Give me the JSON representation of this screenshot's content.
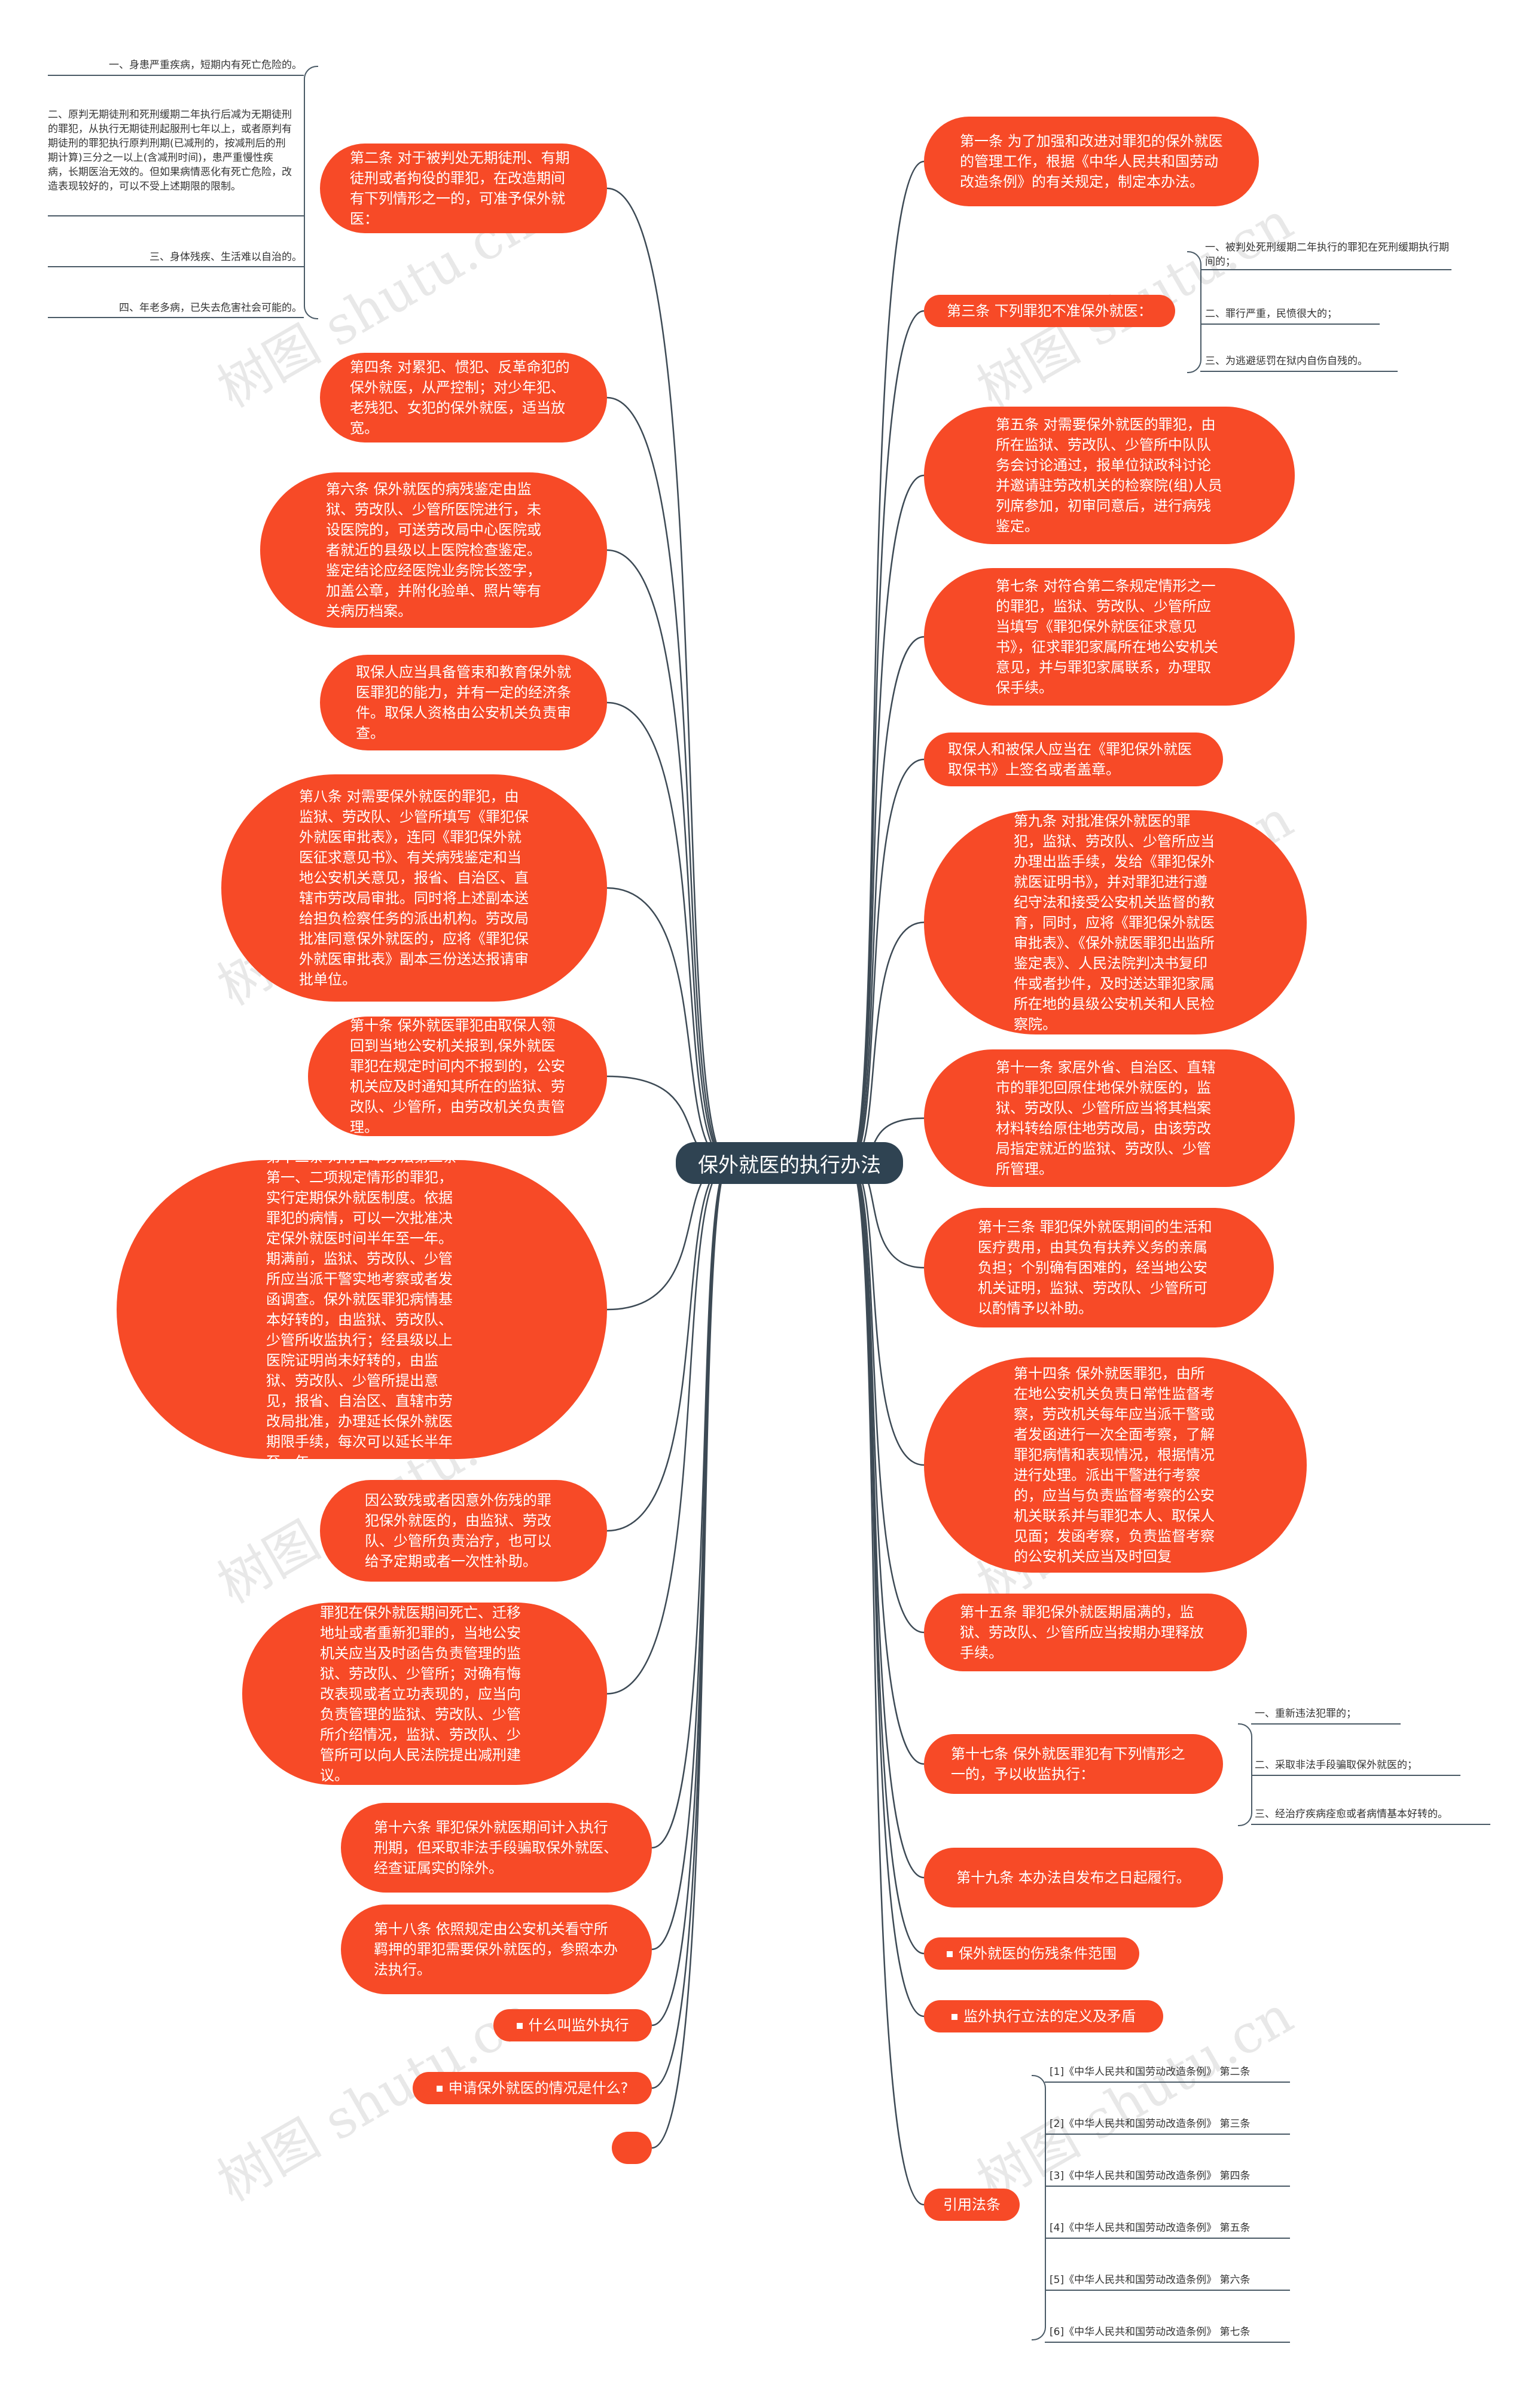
{
  "center": "保外就医的执行办法",
  "left_nodes": [
    {
      "id": "L1",
      "text": "第二条 对于被判处无期徒刑、有期徒刑或者拘役的罪犯，在改造期间有下列情形之一的，可准予保外就医："
    },
    {
      "id": "L2",
      "text": "第四条 对累犯、惯犯、反革命犯的保外就医，从严控制；对少年犯、老残犯、女犯的保外就医，适当放宽。"
    },
    {
      "id": "L3",
      "text": "第六条 保外就医的病残鉴定由监狱、劳改队、少管所医院进行，未设医院的，可送劳改局中心医院或者就近的县级以上医院检查鉴定。鉴定结论应经医院业务院长签字，加盖公章，并附化验单、照片等有关病历档案。"
    },
    {
      "id": "L4",
      "text": "取保人应当具备管束和教育保外就医罪犯的能力，并有一定的经济条件。取保人资格由公安机关负责审查。"
    },
    {
      "id": "L5",
      "text": "第八条 对需要保外就医的罪犯，由监狱、劳改队、少管所填写《罪犯保外就医审批表》，连同《罪犯保外就医征求意见书》、有关病残鉴定和当地公安机关意见，报省、自治区、直辖市劳改局审批。同时将上述副本送给担负检察任务的派出机构。劳改局批准同意保外就医的，应将《罪犯保外就医审批表》副本三份送达报请审批单位。"
    },
    {
      "id": "L6",
      "text": "第十条 保外就医罪犯由取保人领回到当地公安机关报到,保外就医罪犯在规定时间内不报到的，公安机关应及时通知其所在的监狱、劳改队、少管所，由劳改机关负责管理。"
    },
    {
      "id": "L7",
      "text": "第十二条 对符合本办法第二条第一、二项规定情形的罪犯，实行定期保外就医制度。依据罪犯的病情，可以一次批准决定保外就医时间半年至一年。期满前，监狱、劳改队、少管所应当派干警实地考察或者发函调查。保外就医罪犯病情基本好转的，由监狱、劳改队、少管所收监执行；经县级以上医院证明尚未好转的，由监狱、劳改队、少管所提出意见，报省、自治区、直辖市劳改局批准，办理延长保外就医期限手续，每次可以延长半年至一年。"
    },
    {
      "id": "L8",
      "text": "因公致残或者因意外伤残的罪犯保外就医的，由监狱、劳改队、少管所负责治疗，也可以给予定期或者一次性补助。"
    },
    {
      "id": "L9",
      "text": "罪犯在保外就医期间死亡、迁移地址或者重新犯罪的，当地公安机关应当及时函告负责管理的监狱、劳改队、少管所；对确有悔改表现或者立功表现的，应当向负责管理的监狱、劳改队、少管所介绍情况，监狱、劳改队、少管所可以向人民法院提出减刑建议。"
    },
    {
      "id": "L10",
      "text": "第十六条 罪犯保外就医期间计入执行刑期，但采取非法手段骗取保外就医、经查证属实的除外。"
    },
    {
      "id": "L11",
      "text": "第十八条 依照规定由公安机关看守所羁押的罪犯需要保外就医的，参照本办法执行。"
    },
    {
      "id": "L12",
      "text": "什么叫监外执行"
    },
    {
      "id": "L13",
      "text": "申请保外就医的情况是什么?"
    },
    {
      "id": "L14",
      "text": ""
    }
  ],
  "right_nodes": [
    {
      "id": "R1",
      "text": "第一条 为了加强和改进对罪犯的保外就医的管理工作，根据《中华人民共和国劳动改造条例》的有关规定，制定本办法。"
    },
    {
      "id": "R2",
      "text": "第三条 下列罪犯不准保外就医："
    },
    {
      "id": "R3",
      "text": "第五条 对需要保外就医的罪犯，由所在监狱、劳改队、少管所中队队务会讨论通过，报单位狱政科讨论并邀请驻劳改机关的检察院(组)人员列席参加，初审同意后，进行病残鉴定。"
    },
    {
      "id": "R4",
      "text": "第七条 对符合第二条规定情形之一的罪犯，监狱、劳改队、少管所应当填写《罪犯保外就医征求意见书》，征求罪犯家属所在地公安机关意见，并与罪犯家属联系，办理取保手续。"
    },
    {
      "id": "R5",
      "text": "取保人和被保人应当在《罪犯保外就医取保书》上签名或者盖章。"
    },
    {
      "id": "R6",
      "text": "第九条 对批准保外就医的罪犯，监狱、劳改队、少管所应当办理出监手续，发给《罪犯保外就医证明书》，并对罪犯进行遵纪守法和接受公安机关监督的教育，同时，应将《罪犯保外就医审批表》、《保外就医罪犯出监所鉴定表》、人民法院判决书复印件或者抄件，及时送达罪犯家属所在地的县级公安机关和人民检察院。"
    },
    {
      "id": "R7",
      "text": "第十一条 家居外省、自治区、直辖市的罪犯回原住地保外就医的，监狱、劳改队、少管所应当将其档案材料转给原住地劳改局，由该劳改局指定就近的监狱、劳改队、少管所管理。"
    },
    {
      "id": "R8",
      "text": "第十三条 罪犯保外就医期间的生活和医疗费用，由其负有扶养义务的亲属负担；个别确有困难的，经当地公安机关证明，监狱、劳改队、少管所可以酌情予以补助。"
    },
    {
      "id": "R9",
      "text": "第十四条 保外就医罪犯，由所在地公安机关负责日常性监督考察，劳改机关每年应当派干警或者发函进行一次全面考察，了解罪犯病情和表现情况，根据情况进行处理。派出干警进行考察的，应当与负责监督考察的公安机关联系并与罪犯本人、取保人见面；发函考察，负责监督考察的公安机关应当及时回复"
    },
    {
      "id": "R10",
      "text": "第十五条 罪犯保外就医期届满的，监狱、劳改队、少管所应当按期办理释放手续。"
    },
    {
      "id": "R11",
      "text": "第十七条 保外就医罪犯有下列情形之一的，予以收监执行："
    },
    {
      "id": "R12",
      "text": "第十九条 本办法自发布之日起履行。"
    },
    {
      "id": "R13",
      "text": "保外就医的伤残条件范围"
    },
    {
      "id": "R14",
      "text": "监外执行立法的定义及矛盾"
    },
    {
      "id": "R15",
      "text": "引用法条"
    }
  ],
  "left_leaves": [
    {
      "text": "一、身患严重疾病，短期内有死亡危险的。"
    },
    {
      "text": "二、原判无期徒刑和死刑缓期二年执行后减为无期徒刑的罪犯，从执行无期徒刑起服刑七年以上，或者原判有期徒刑的罪犯执行原判刑期(已减刑的，按减刑后的刑期计算)三分之一以上(含减刑时间)，患严重慢性疾病，长期医治无效的。但如果病情恶化有死亡危险，改造表现较好的，可以不受上述期限的限制。"
    },
    {
      "text": "三、身体残疾、生活难以自治的。"
    },
    {
      "text": "四、年老多病，已失去危害社会可能的。"
    }
  ],
  "r2_leaves": [
    {
      "text": "一、被判处死刑缓期二年执行的罪犯在死刑缓期执行期间的；"
    },
    {
      "text": "二、罪行严重，民愤很大的；"
    },
    {
      "text": "三、为逃避惩罚在狱内自伤自残的。"
    }
  ],
  "r11_leaves": [
    {
      "text": "一、重新违法犯罪的；"
    },
    {
      "text": "二、采取非法手段骗取保外就医的；"
    },
    {
      "text": "三、经治疗疾病痊愈或者病情基本好转的。"
    }
  ],
  "law_leaves": [
    {
      "text": "[1]《中华人民共和国劳动改造条例》 第二条"
    },
    {
      "text": "[2]《中华人民共和国劳动改造条例》 第三条"
    },
    {
      "text": "[3]《中华人民共和国劳动改造条例》 第四条"
    },
    {
      "text": "[4]《中华人民共和国劳动改造条例》 第五条"
    },
    {
      "text": "[5]《中华人民共和国劳动改造条例》 第六条"
    },
    {
      "text": "[6]《中华人民共和国劳动改造条例》 第七条"
    }
  ],
  "watermark": "树图 shutu.cn",
  "colors": {
    "node": "#f74a27",
    "center": "#2f4352",
    "link": "#3d4a55"
  }
}
